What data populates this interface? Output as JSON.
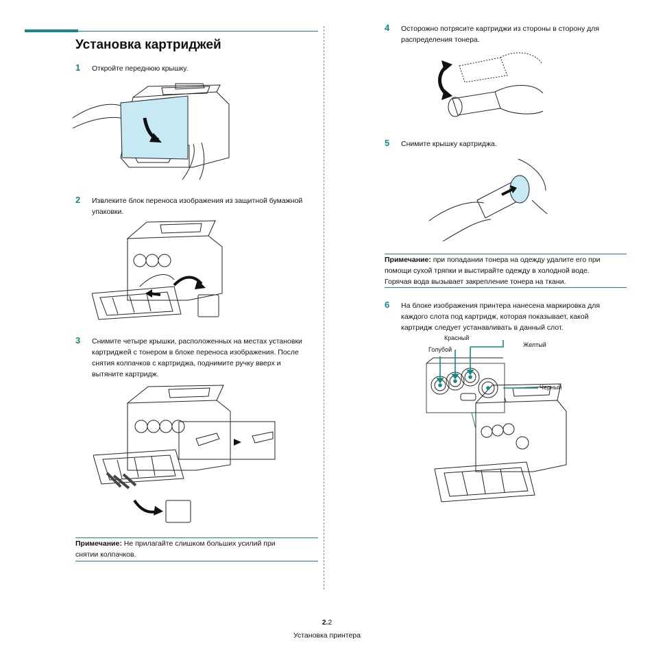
{
  "title": "Установка картриджей",
  "steps": [
    {
      "num": "1",
      "lines": [
        "Откройте переднюю крышку."
      ]
    },
    {
      "num": "2",
      "lines": [
        "Извлеките блок переноса изображения из защитной бумажной",
        "упаковки."
      ]
    },
    {
      "num": "3",
      "lines": [
        "Снимите четыре крышки, расположенных на местах установки",
        "картриджей с тонером в блоке переноса изображения. После",
        "снятия колпачков с картриджа, поднимите ручку вверх и",
        "вытяните картридж."
      ]
    },
    {
      "num": "4",
      "lines": [
        "Осторожно потрясите картриджи из стороны в сторону для",
        "распределения тонера."
      ]
    },
    {
      "num": "5",
      "lines": [
        "Снимите крышку картриджа."
      ]
    },
    {
      "num": "6",
      "lines": [
        "На блоке изображения принтера нанесена маркировка для",
        "каждого слота под картридж, которая показывает, какой",
        "картридж следует устанавливать в данный слот."
      ]
    }
  ],
  "notes": [
    {
      "label": "Примечание:",
      "lines": [
        " Не прилагайте слишком больших усилий при",
        "снятии колпачков."
      ]
    },
    {
      "label": "Примечание:",
      "lines": [
        " при попадании тонера на одежду удалите его при",
        "помощи сухой тряпки и выстирайте одежду в холодной воде.",
        "Горячая вода вызывает закрепление тонера на ткани."
      ]
    }
  ],
  "slot_labels": {
    "red": "Красный",
    "cyan": "Голубой",
    "yellow": "Желтый",
    "black": "Черный"
  },
  "footer": {
    "page_bold": "2.",
    "page_rest": "2",
    "section": "Установка принтера"
  },
  "colors": {
    "accent": "#0f8a8a",
    "cover_blue": "#c6e9f4"
  }
}
